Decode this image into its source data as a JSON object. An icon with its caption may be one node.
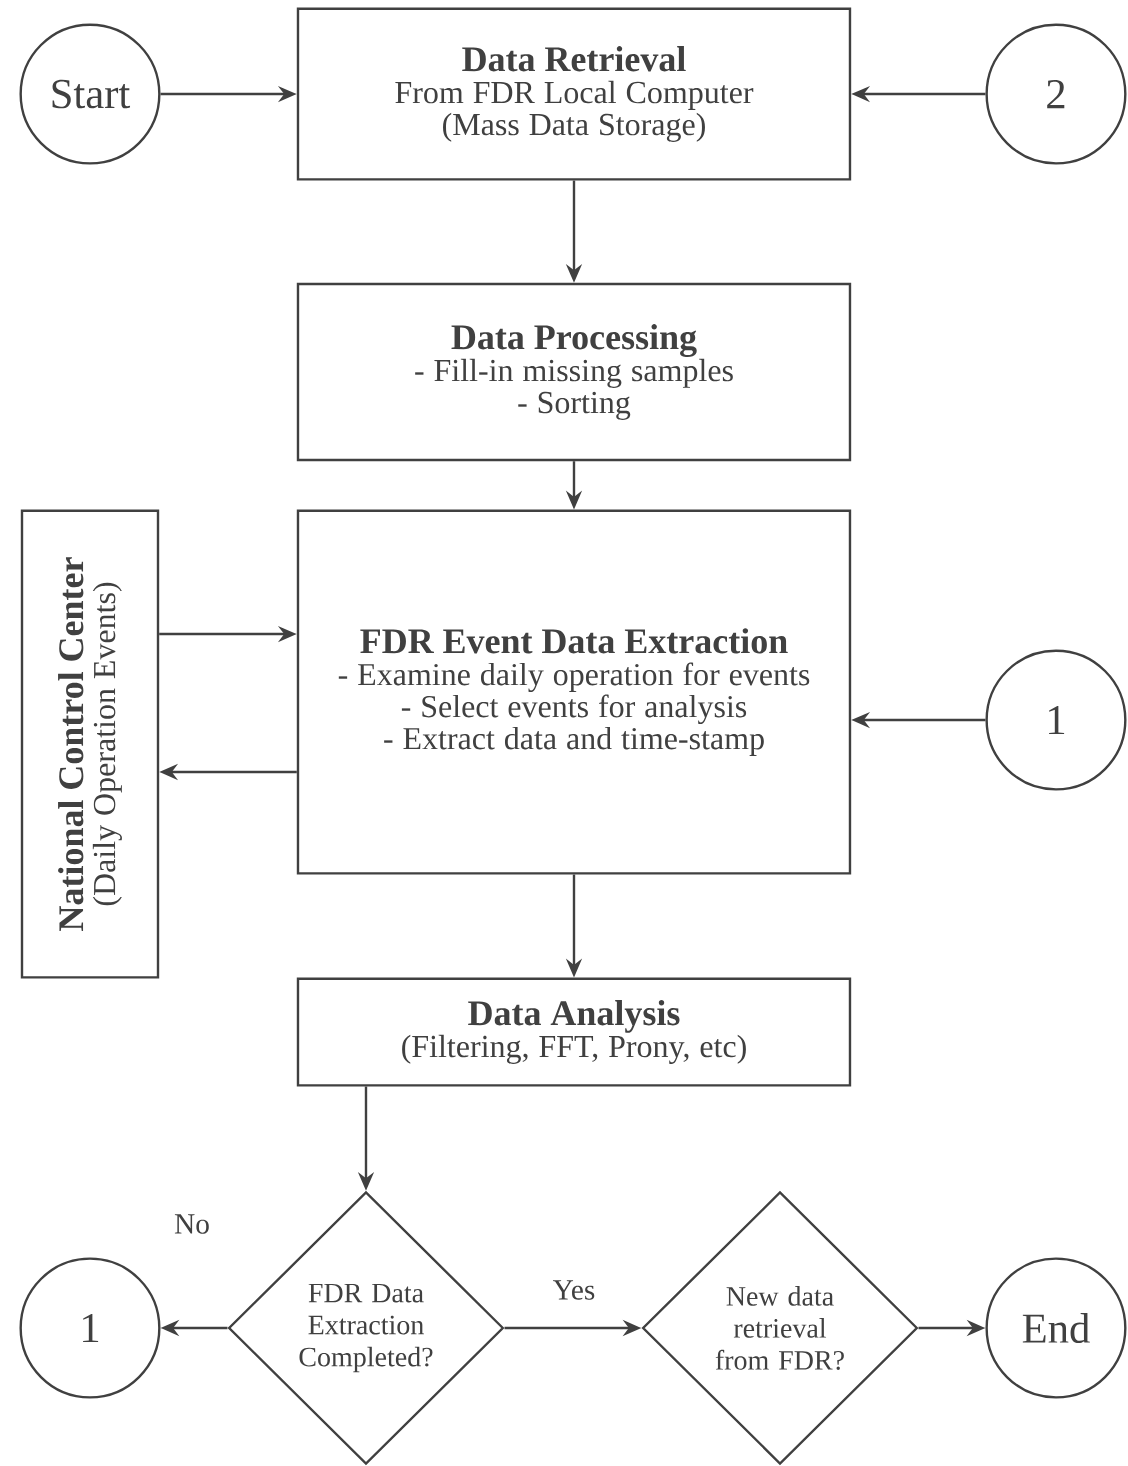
{
  "diagram": {
    "nodes": [
      {
        "text": [
          "Start"
        ]
      },
      {
        "text": [
          "Data Retrieval",
          "From FDR Local Computer",
          "(Mass Data Storage)"
        ]
      },
      {
        "text": [
          "2"
        ]
      },
      {
        "text": [
          "Data Processing",
          "- Fill-in missing samples",
          "- Sorting"
        ]
      },
      {
        "text": [
          "National Control Center",
          "(Daily Operation Events)"
        ]
      },
      {
        "text": [
          "FDR Event Data Extraction",
          "- Examine daily operation for events",
          "- Select events for analysis",
          "- Extract data and time-stamp"
        ]
      },
      {
        "text": [
          "1"
        ]
      },
      {
        "text": [
          "Data Analysis",
          "(Filtering, FFT, Prony, etc)"
        ]
      },
      {
        "text": [
          "1"
        ]
      },
      {
        "text": [
          "FDR Data Extraction Completed?"
        ]
      },
      {
        "text": [
          "New data retrieval from FDR?"
        ]
      },
      {
        "text": [
          "End"
        ]
      }
    ],
    "edges": [
      {
        "from": 0,
        "to": 1,
        "arrow": "to"
      },
      {
        "from": 2,
        "to": 1,
        "arrow": "to"
      },
      {
        "from": 1,
        "to": 3,
        "arrow": "to"
      },
      {
        "from": 3,
        "to": 5,
        "arrow": "to"
      },
      {
        "from": 4,
        "to": 5,
        "arrow": "to"
      },
      {
        "from": 5,
        "to": 4,
        "arrow": "to"
      },
      {
        "from": 6,
        "to": 5,
        "arrow": "to"
      },
      {
        "from": 5,
        "to": 7,
        "arrow": "to"
      },
      {
        "from": 7,
        "to": 9,
        "arrow": "to"
      },
      {
        "from": 9,
        "to": 8,
        "arrow": "to",
        "label": "No"
      },
      {
        "from": 9,
        "to": 10,
        "arrow": "to",
        "label": "Yes"
      },
      {
        "from": 10,
        "to": 11,
        "arrow": "to"
      }
    ]
  }
}
